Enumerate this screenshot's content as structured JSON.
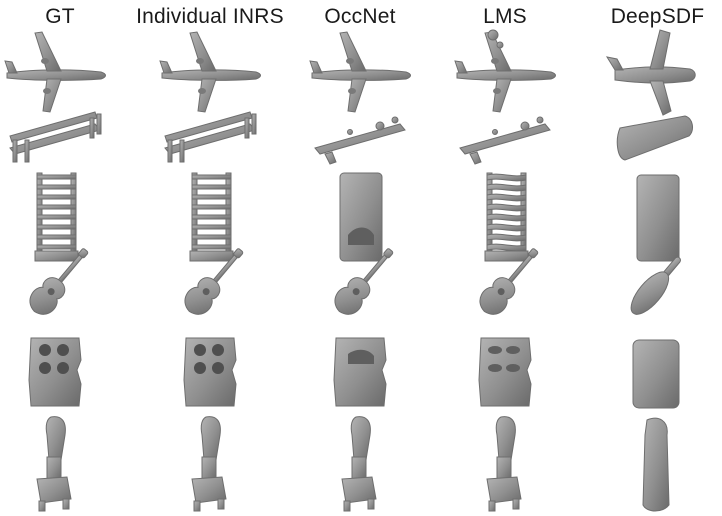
{
  "figure": {
    "columns": [
      "GT",
      "Individual INRS",
      "OccNet",
      "LMS",
      "DeepSDF"
    ],
    "rows": [
      "airplane",
      "bench",
      "shelf",
      "guitar",
      "cabinet",
      "chair"
    ]
  },
  "style": {
    "shape_fill": "#8f8f8f",
    "shape_stroke": "#6e6e6e",
    "header_color": "#1a1a1a",
    "background": "#ffffff"
  }
}
